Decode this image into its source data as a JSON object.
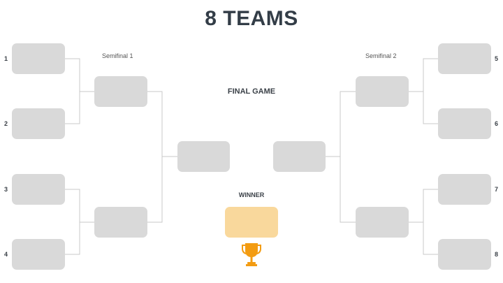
{
  "title": "8 TEAMS",
  "labels": {
    "semifinal1": "Semifinal 1",
    "semifinal2": "Semifinal 2",
    "final": "FINAL GAME",
    "winner": "WINNER"
  },
  "seeds": [
    "1",
    "2",
    "3",
    "4",
    "5",
    "6",
    "7",
    "8"
  ],
  "colors": {
    "slot": "#d9d9d9",
    "winner_slot": "#f9d89c",
    "trophy": "#f39c12",
    "line": "#c8c8c8"
  }
}
